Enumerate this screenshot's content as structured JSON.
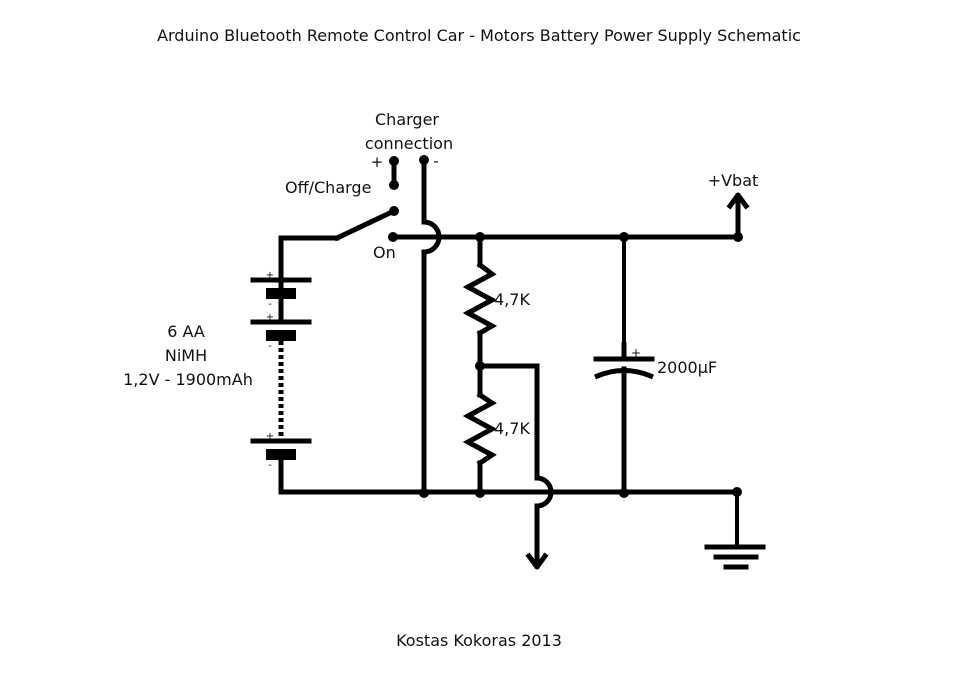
{
  "title": "Arduino Bluetooth Remote Control Car - Motors Battery Power Supply Schematic",
  "footer": "Kostas Kokoras 2013",
  "charger": {
    "label_line1": "Charger",
    "label_line2": "connection",
    "plus": "+",
    "minus": "-"
  },
  "switch": {
    "off_label": "Off/Charge",
    "on_label": "On"
  },
  "battery": {
    "line1": "6 AA",
    "line2": "NiMH",
    "line3": "1,2V - 1900mAh",
    "plus": "+",
    "minus": "-"
  },
  "resistors": [
    {
      "value": "4,7K"
    },
    {
      "value": "4,7K"
    }
  ],
  "capacitor": {
    "value": "2000µF",
    "plus": "+"
  },
  "vbat_label": "+Vbat"
}
